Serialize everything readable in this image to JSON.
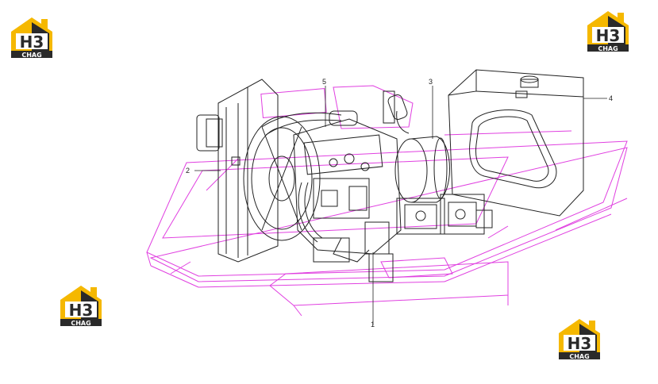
{
  "logo": {
    "mark": "H3",
    "brand": "CHAG",
    "icon": "h3-chag-logo-icon"
  },
  "callouts": [
    {
      "id": "1",
      "label": "1"
    },
    {
      "id": "2",
      "label": "2"
    },
    {
      "id": "3",
      "label": "3"
    },
    {
      "id": "4",
      "label": "4"
    },
    {
      "id": "5",
      "label": "5"
    }
  ],
  "colors": {
    "frame": "#e040e0",
    "engine": "#222222",
    "logo_yellow": "#f5b800",
    "logo_dark": "#2a2a2a"
  }
}
